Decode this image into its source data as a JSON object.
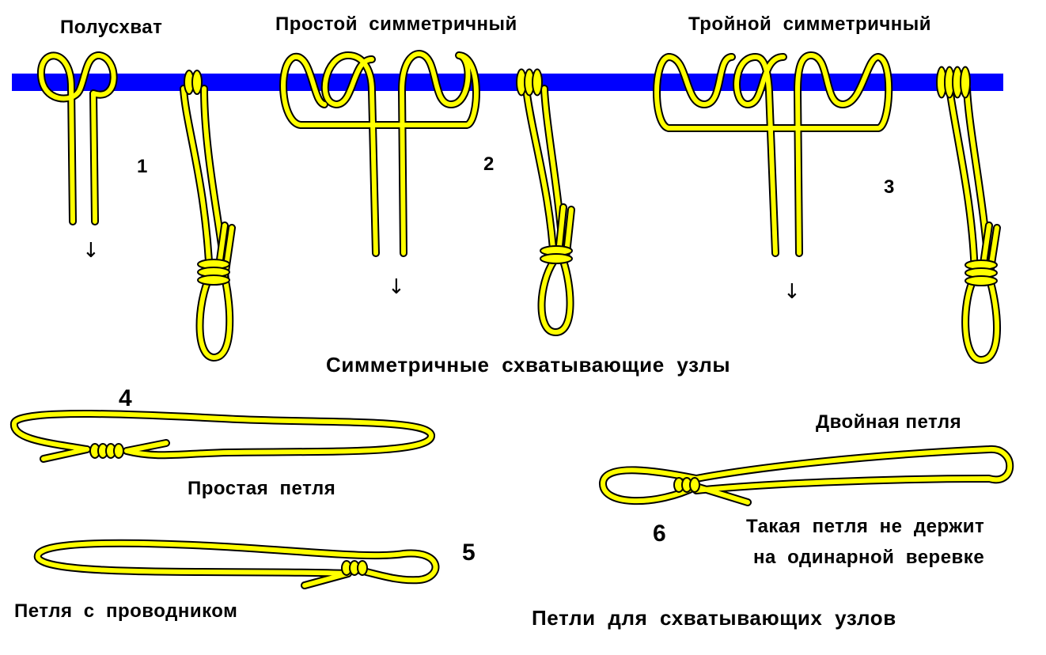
{
  "colors": {
    "rod": "#0000ff",
    "rope": "#ffff00",
    "rope_outline": "#000000",
    "marker": "#d04040",
    "text": "#000000"
  },
  "knots": {
    "half_hitch": {
      "title": "Полусхват",
      "number": "1"
    },
    "simple_symmetric": {
      "title": "Простой  симметричный",
      "number": "2"
    },
    "triple_symmetric": {
      "title": "Тройной  симметричный",
      "number": "3"
    }
  },
  "arrow_glyph": "↓",
  "caption_top": "Симметричные  схватывающие  узлы",
  "loops": {
    "simple": {
      "number": "4",
      "label": "Простая  петля"
    },
    "guide": {
      "number": "5",
      "label": "Петля  с  проводником"
    },
    "double": {
      "number": "6",
      "label": "Двойная петля",
      "note_line1": "Такая  петля  не  держит",
      "note_line2": "на  одинарной  веревке"
    }
  },
  "caption_bottom": "Петли  для  схватывающих  узлов"
}
